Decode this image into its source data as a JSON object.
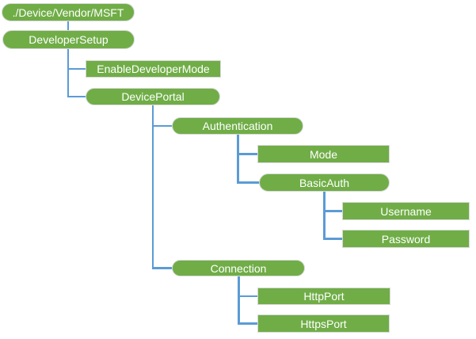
{
  "diagram": {
    "type": "tree",
    "colors": {
      "node_fill": "#70AD47",
      "node_border": "#D9D9D9",
      "connector": "#5B9BD5",
      "node_text": "#FFFFFF",
      "background": "#FFFFFF"
    },
    "nodes": [
      {
        "id": "root",
        "label": "./Device/Vendor/MSFT",
        "shape": "pill",
        "parent": null
      },
      {
        "id": "developer-setup",
        "label": "DeveloperSetup",
        "shape": "pill",
        "parent": "root"
      },
      {
        "id": "enable-developer-mode",
        "label": "EnableDeveloperMode",
        "shape": "rect",
        "parent": "developer-setup"
      },
      {
        "id": "device-portal",
        "label": "DevicePortal",
        "shape": "pill",
        "parent": "developer-setup"
      },
      {
        "id": "authentication",
        "label": "Authentication",
        "shape": "pill",
        "parent": "device-portal"
      },
      {
        "id": "mode",
        "label": "Mode",
        "shape": "rect",
        "parent": "authentication"
      },
      {
        "id": "basic-auth",
        "label": "BasicAuth",
        "shape": "pill",
        "parent": "authentication"
      },
      {
        "id": "username",
        "label": "Username",
        "shape": "rect",
        "parent": "basic-auth"
      },
      {
        "id": "password",
        "label": "Password",
        "shape": "rect",
        "parent": "basic-auth"
      },
      {
        "id": "connection",
        "label": "Connection",
        "shape": "pill",
        "parent": "device-portal"
      },
      {
        "id": "http-port",
        "label": "HttpPort",
        "shape": "rect",
        "parent": "connection"
      },
      {
        "id": "https-port",
        "label": "HttpsPort",
        "shape": "rect",
        "parent": "connection"
      }
    ]
  }
}
